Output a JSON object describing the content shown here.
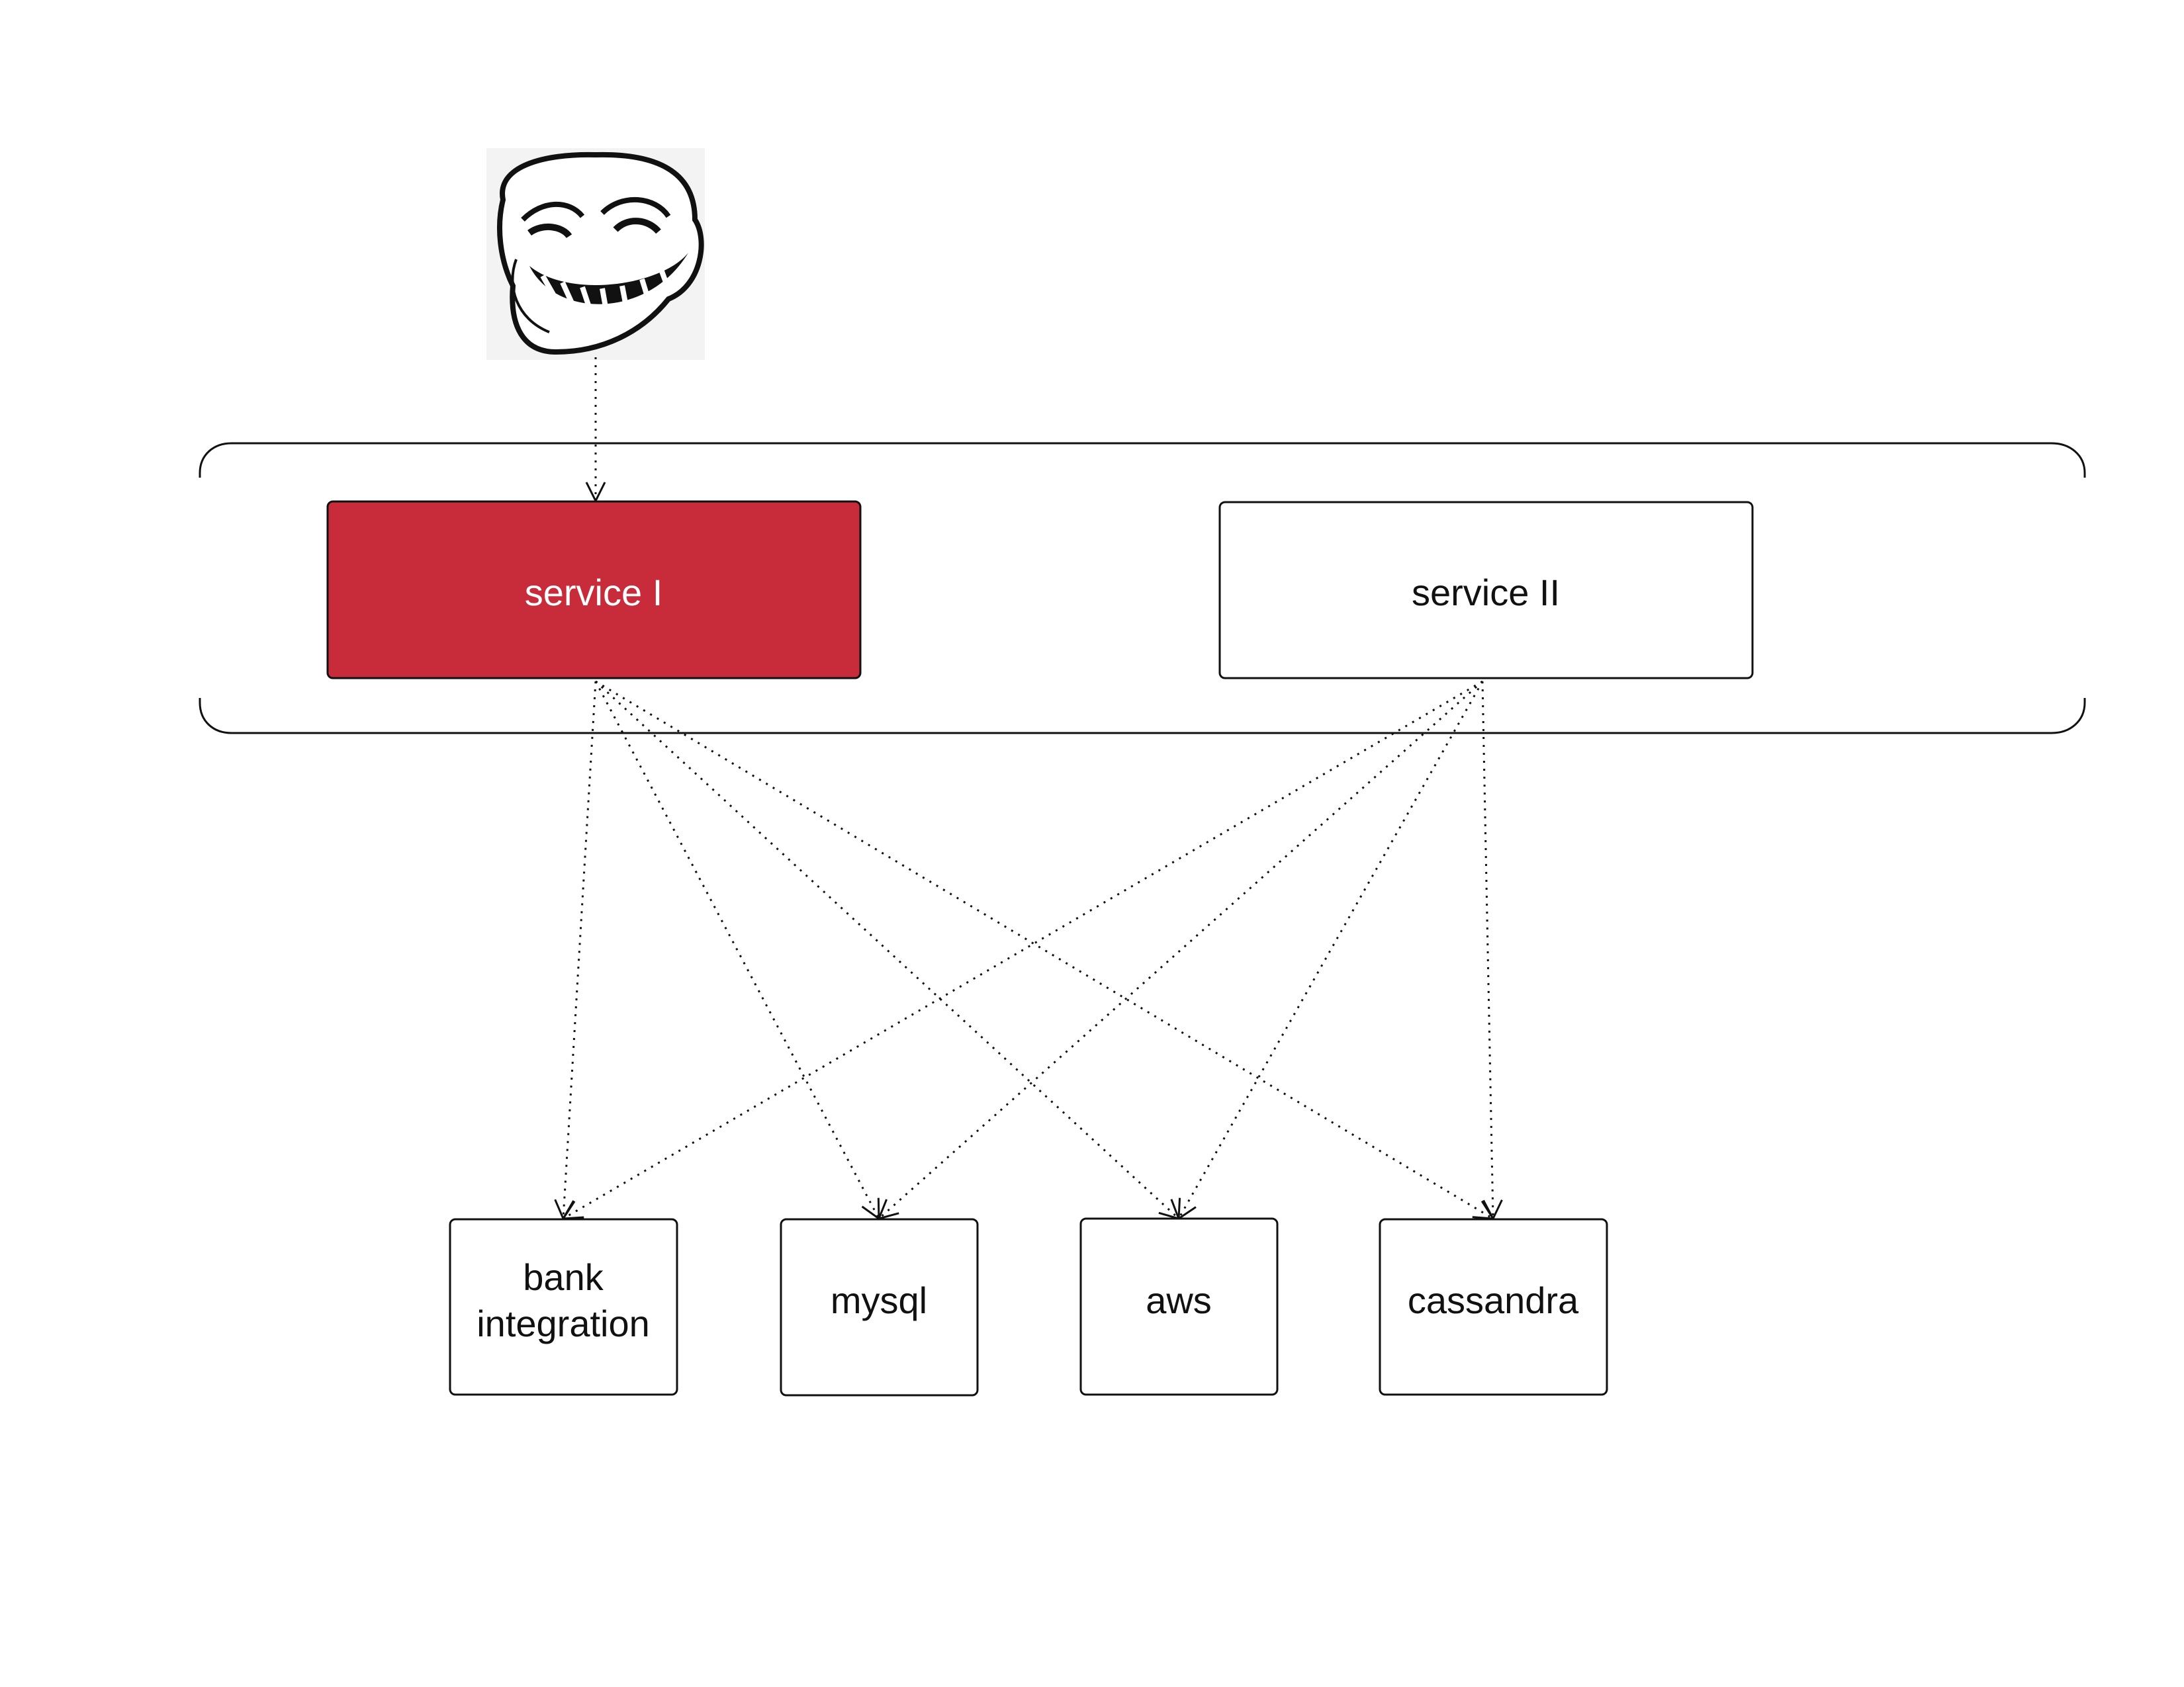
{
  "diagram": {
    "services": [
      {
        "id": "service1",
        "label": "service I",
        "highlighted": true
      },
      {
        "id": "service2",
        "label": "service II",
        "highlighted": false
      }
    ],
    "dependencies": [
      {
        "id": "bank",
        "label_lines": [
          "bank",
          "integration"
        ]
      },
      {
        "id": "mysql",
        "label_lines": [
          "mysql"
        ]
      },
      {
        "id": "aws",
        "label_lines": [
          "aws"
        ]
      },
      {
        "id": "cassandra",
        "label_lines": [
          "cassandra"
        ]
      }
    ],
    "edges": [
      {
        "from": "user",
        "to": "service1"
      },
      {
        "from": "service1",
        "to": "bank"
      },
      {
        "from": "service1",
        "to": "mysql"
      },
      {
        "from": "service1",
        "to": "aws"
      },
      {
        "from": "service1",
        "to": "cassandra"
      },
      {
        "from": "service2",
        "to": "bank"
      },
      {
        "from": "service2",
        "to": "mysql"
      },
      {
        "from": "service2",
        "to": "aws"
      },
      {
        "from": "service2",
        "to": "cassandra"
      }
    ],
    "actor_icon": "troll-face-icon",
    "colors": {
      "highlight_fill": "#c82c3a",
      "highlight_text": "#ffffff",
      "stroke": "#111111",
      "text": "#111111"
    }
  }
}
